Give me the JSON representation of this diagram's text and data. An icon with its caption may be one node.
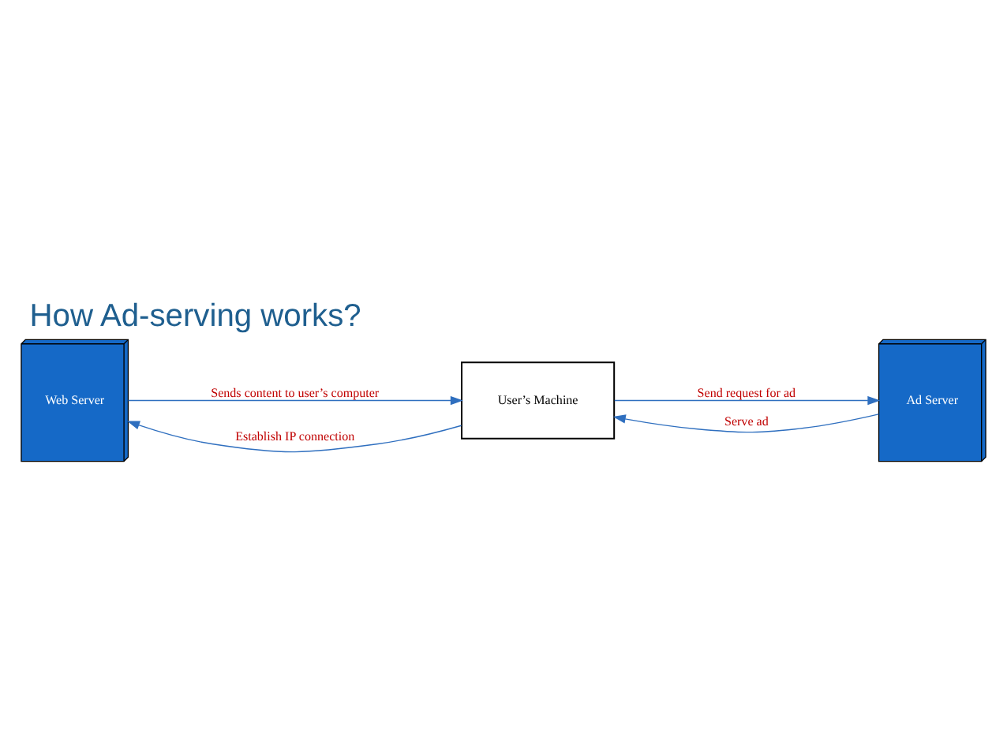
{
  "diagram": {
    "title": "How Ad-serving works?",
    "nodes": [
      {
        "text": [
          "Web Server"
        ]
      },
      {
        "text": [
          "User’s Machine"
        ]
      },
      {
        "text": [
          "Ad Server"
        ]
      }
    ],
    "edges": [
      {
        "from": 1,
        "to": 0,
        "arrow": "to",
        "label": "Establish IP connection"
      },
      {
        "from": 0,
        "to": 1,
        "arrow": "to",
        "label": "Sends content to user’s computer"
      },
      {
        "from": 1,
        "to": 2,
        "arrow": "to",
        "label": "Send request for ad"
      },
      {
        "from": 2,
        "to": 1,
        "arrow": "to",
        "label": "Serve ad"
      }
    ]
  }
}
